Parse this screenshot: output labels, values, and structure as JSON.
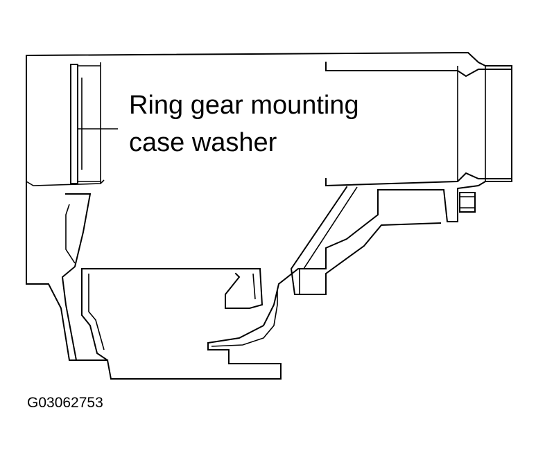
{
  "callout": {
    "line1": "Ring gear mounting",
    "line2": "case washer"
  },
  "figure_id": "G03062753",
  "colors": {
    "stroke": "#000000",
    "background": "#ffffff"
  }
}
